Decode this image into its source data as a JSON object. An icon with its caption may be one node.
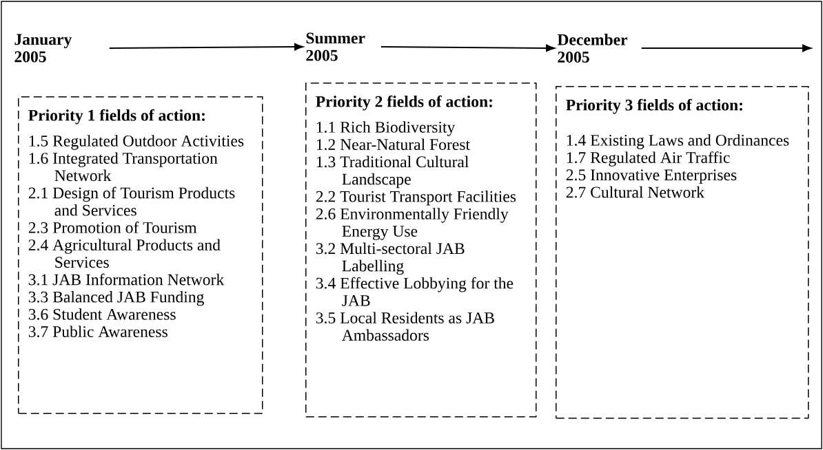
{
  "diagram": {
    "nodes": [
      {
        "text": [
          "January 2005"
        ]
      },
      {
        "text": [
          "Summer 2005"
        ]
      },
      {
        "text": [
          "December 2005"
        ]
      },
      {
        "text": [
          "Priority 1 fields of action:",
          "1.5 Regulated Outdoor Activities",
          "1.6 Integrated Transportation Network",
          "2.1 Design of Tourism Products and Services",
          "2.3 Promotion of Tourism",
          "2.4 Agricultural Products and Services",
          "3.1 JAB Information Network",
          "3.3 Balanced JAB Funding",
          "3.6 Student Awareness",
          "3.7 Public Awareness"
        ]
      },
      {
        "text": [
          "Priority 2 fields of action:",
          "1.1 Rich Biodiversity",
          "1.2 Near-Natural Forest",
          "1.3 Traditional Cultural Landscape",
          "2.2 Tourist Transport Facilities",
          "2.6 Environmentally Friendly Energy Use",
          "3.2 Multi-sectoral JAB Labelling",
          "3.4 Effective Lobbying for the JAB",
          "3.5 Local Residents as JAB Ambassadors"
        ]
      },
      {
        "text": [
          "Priority 3 fields of action:",
          "1.4 Existing Laws and Ordinances",
          "1.7 Regulated Air Traffic",
          "2.5 Innovative Enterprises",
          "2.7 Cultural Network"
        ]
      }
    ],
    "edges": [
      {
        "from": 0,
        "to": 1,
        "arrow": "to"
      },
      {
        "from": 1,
        "to": 2,
        "arrow": "to"
      },
      {
        "from": 2,
        "to": null,
        "arrow": "to"
      }
    ]
  }
}
